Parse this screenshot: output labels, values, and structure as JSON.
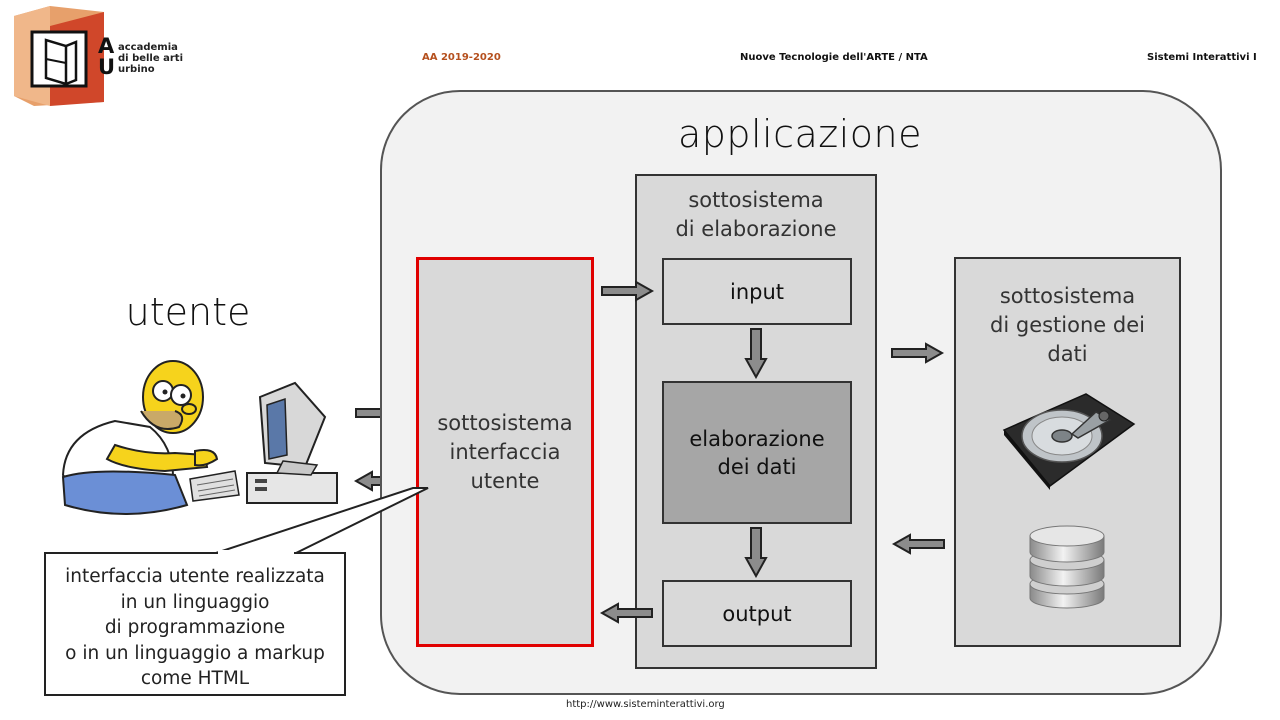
{
  "header": {
    "logo_lines": [
      "accademia",
      "di belle arti",
      "urbino"
    ],
    "logo_letters": [
      "A",
      "U"
    ],
    "year": "AA 2019-2020",
    "course": "Nuove Tecnologie dell'ARTE / NTA",
    "subject": "Sistemi Interattivi I"
  },
  "user_label": "utente",
  "application": {
    "title": "applicazione",
    "ui_subsystem": [
      "sottosistema",
      "interfaccia",
      "utente"
    ],
    "processing_subsystem": {
      "title": [
        "sottosistema",
        "di elaborazione"
      ],
      "input": "input",
      "processing": [
        "elaborazione",
        "dei dati"
      ],
      "output": "output"
    },
    "data_subsystem": [
      "sottosistema",
      "di gestione dei",
      "dati"
    ]
  },
  "callout": [
    "interfaccia  utente realizzata",
    "in un linguaggio",
    "di programmazione",
    "o in un linguaggio  a markup",
    "come HTML"
  ],
  "footer_url": "http://www.sisteminterattivi.org",
  "colors": {
    "accent_red": "#e00000",
    "header_orange": "#b5501e",
    "box_gray": "#d9d9d9",
    "processing_gray": "#a6a6a6",
    "arrow_gray": "#8c8c8c"
  }
}
